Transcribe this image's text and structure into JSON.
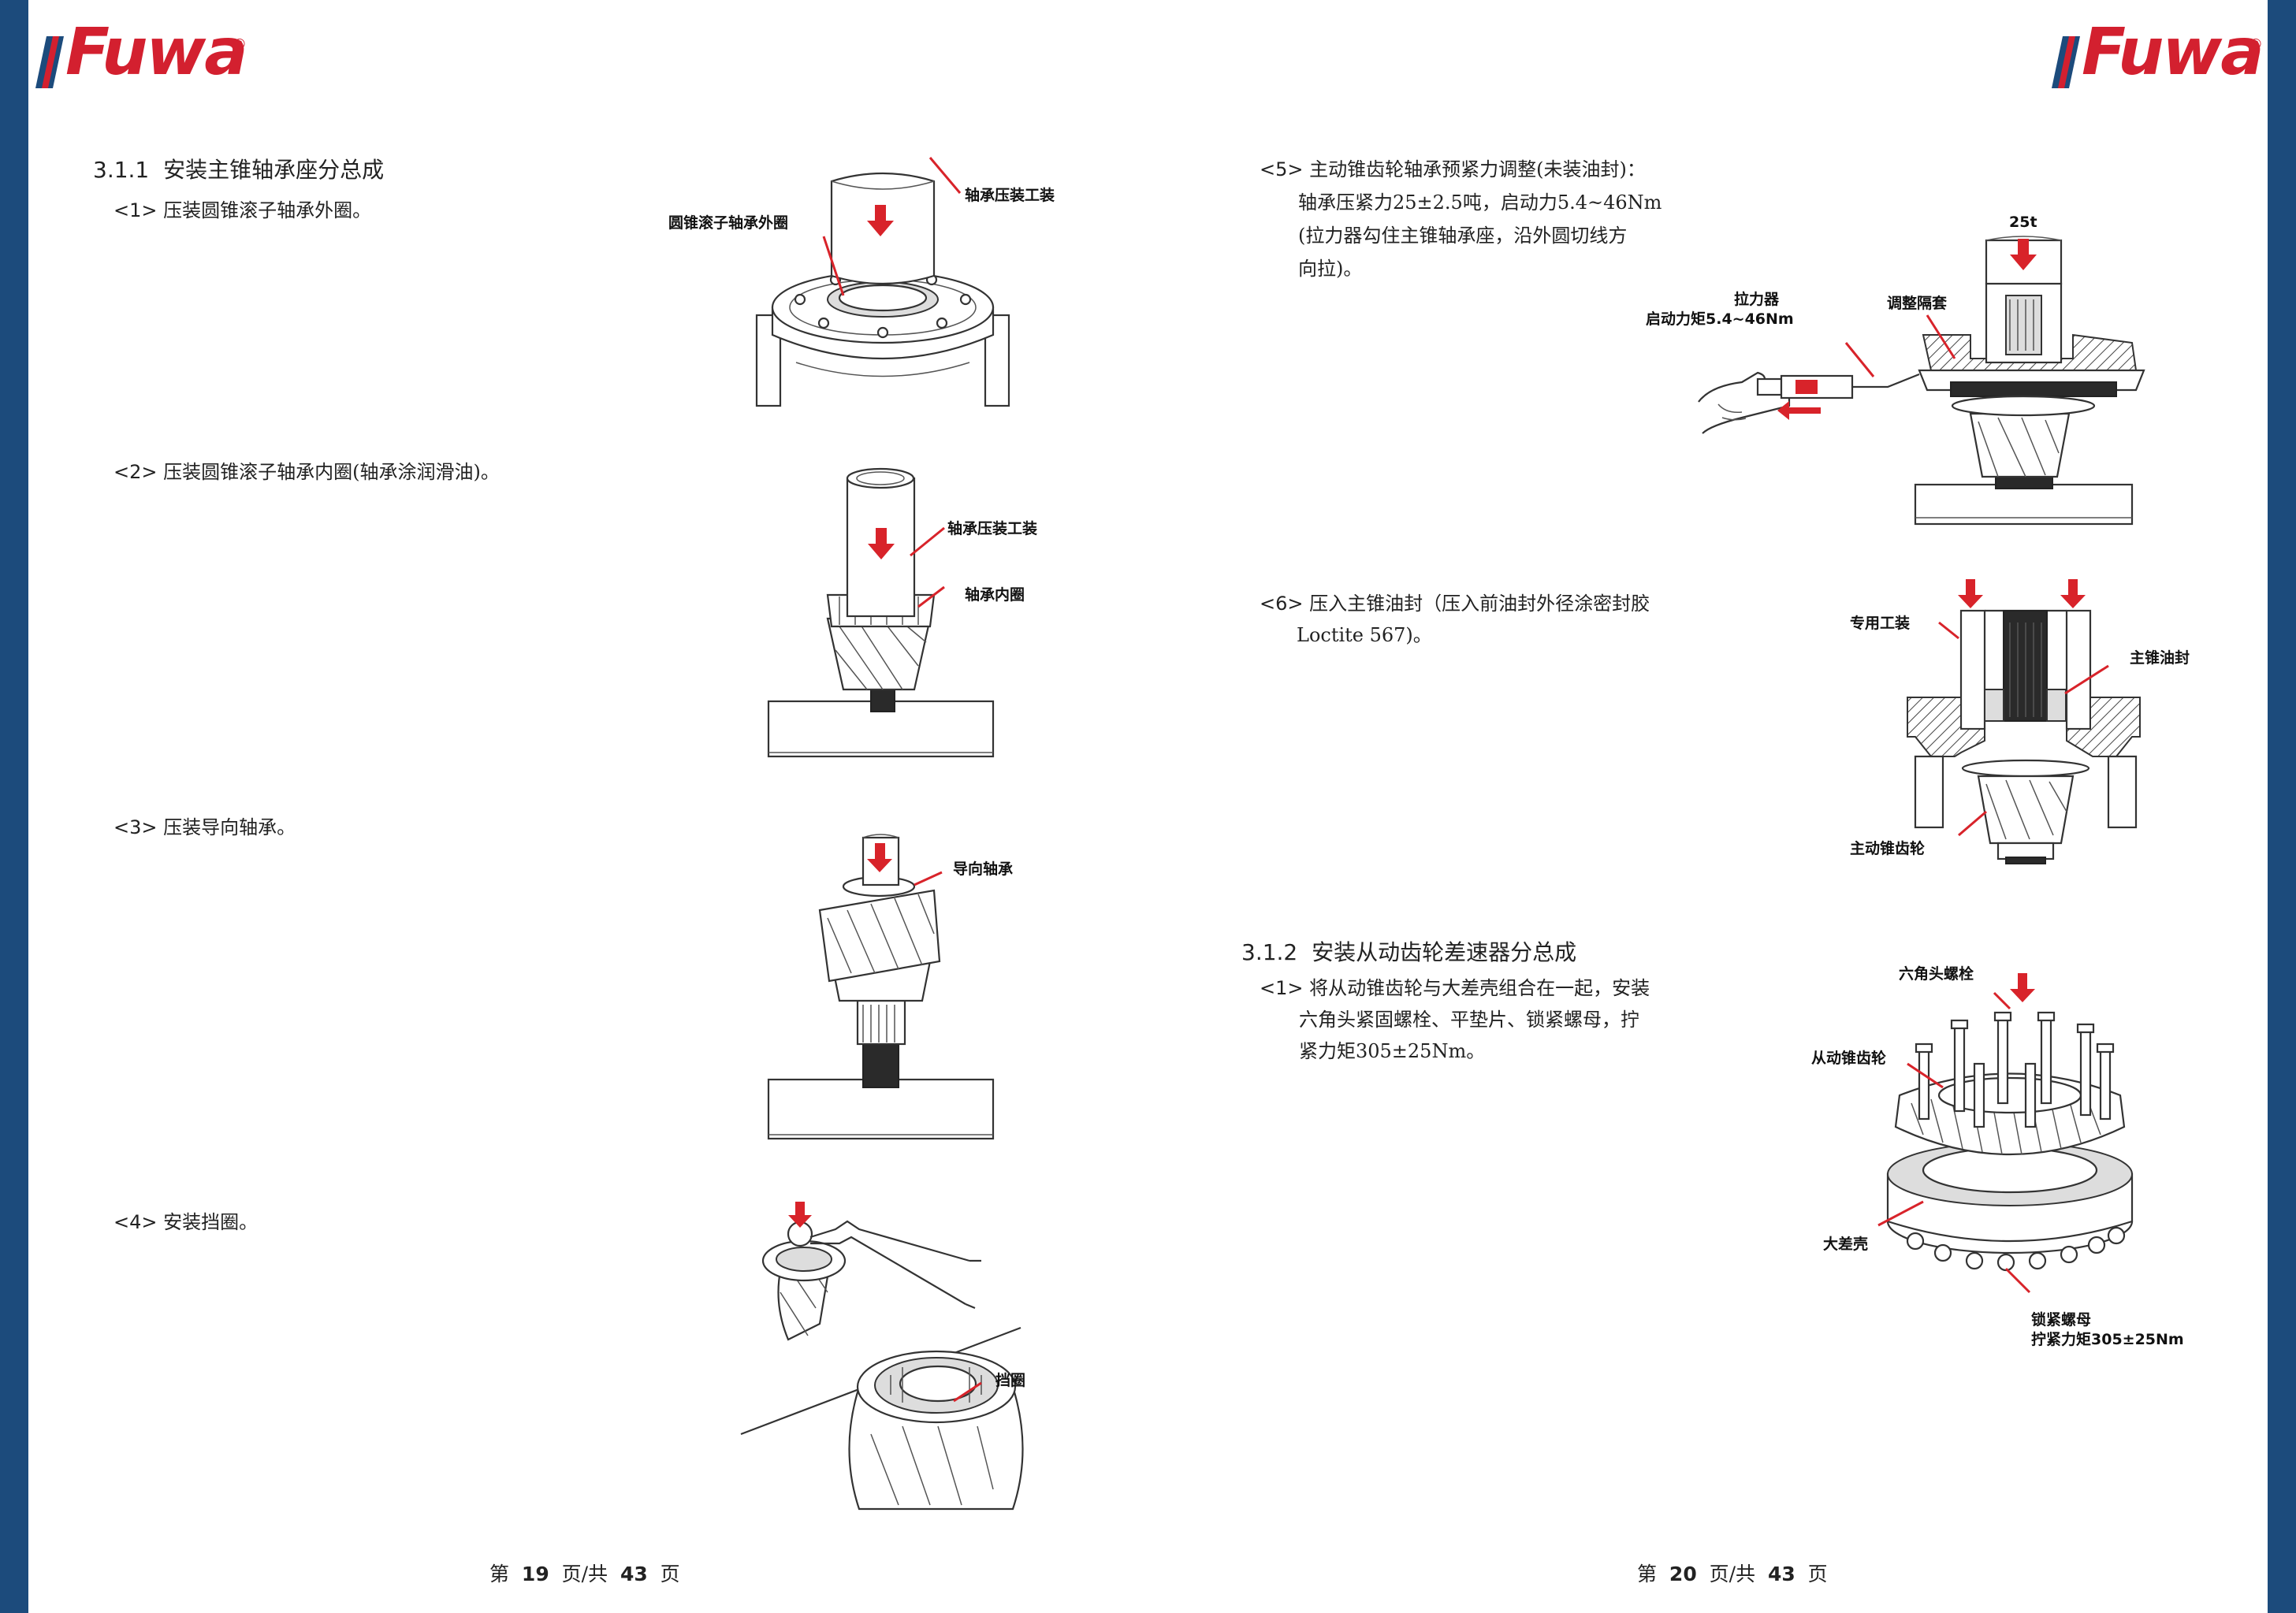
{
  "brand": {
    "logo_text": "Fuwa",
    "registered_mark": "®",
    "logo_color": "#d3202f",
    "edge_color": "#1c4b7c",
    "arrow_color": "#d8232a"
  },
  "left_page": {
    "section": {
      "number": "3.1.1",
      "title": "安装主锥轴承座分总成"
    },
    "steps": [
      {
        "tag": "<1>",
        "text": "压装圆锥滚子轴承外圈。",
        "callouts": [
          "轴承压装工装",
          "圆锥滚子轴承外圈"
        ]
      },
      {
        "tag": "<2>",
        "text": "压装圆锥滚子轴承内圈(轴承涂润滑油)。",
        "callouts": [
          "轴承压装工装",
          "轴承内圈"
        ]
      },
      {
        "tag": "<3>",
        "text": "压装导向轴承。",
        "callouts": [
          "导向轴承"
        ]
      },
      {
        "tag": "<4>",
        "text": "安装挡圈。",
        "callouts": [
          "挡圈"
        ]
      }
    ],
    "footer": {
      "prefix": "第",
      "page": "19",
      "middle": "页/共",
      "total": "43",
      "suffix": "页"
    }
  },
  "right_page": {
    "steps_continued": [
      {
        "tag": "<5>",
        "lines": [
          "主动锥齿轮轴承预紧力调整(未装油封)：",
          "轴承压紧力25±2.5吨，启动力5.4~46Nm",
          "(拉力器勾住主锥轴承座，沿外圆切线方",
          "向拉)。"
        ],
        "callouts": [
          "25t",
          "拉力器",
          "启动力矩5.4~46Nm",
          "调整隔套"
        ]
      },
      {
        "tag": "<6>",
        "lines": [
          "压入主锥油封（压入前油封外径涂密封胶",
          "Loctite 567)。"
        ],
        "callouts": [
          "专用工装",
          "主锥油封",
          "主动锥齿轮"
        ]
      }
    ],
    "section": {
      "number": "3.1.2",
      "title": "安装从动齿轮差速器分总成"
    },
    "steps": [
      {
        "tag": "<1>",
        "lines": [
          "将从动锥齿轮与大差壳组合在一起，安装",
          "六角头紧固螺栓、平垫片、锁紧螺母，拧",
          "紧力矩305±25Nm。"
        ],
        "callouts": [
          "六角头螺栓",
          "从动锥齿轮",
          "大差壳",
          "锁紧螺母",
          "拧紧力矩305±25Nm"
        ]
      }
    ],
    "footer": {
      "prefix": "第",
      "page": "20",
      "middle": "页/共",
      "total": "43",
      "suffix": "页"
    }
  }
}
